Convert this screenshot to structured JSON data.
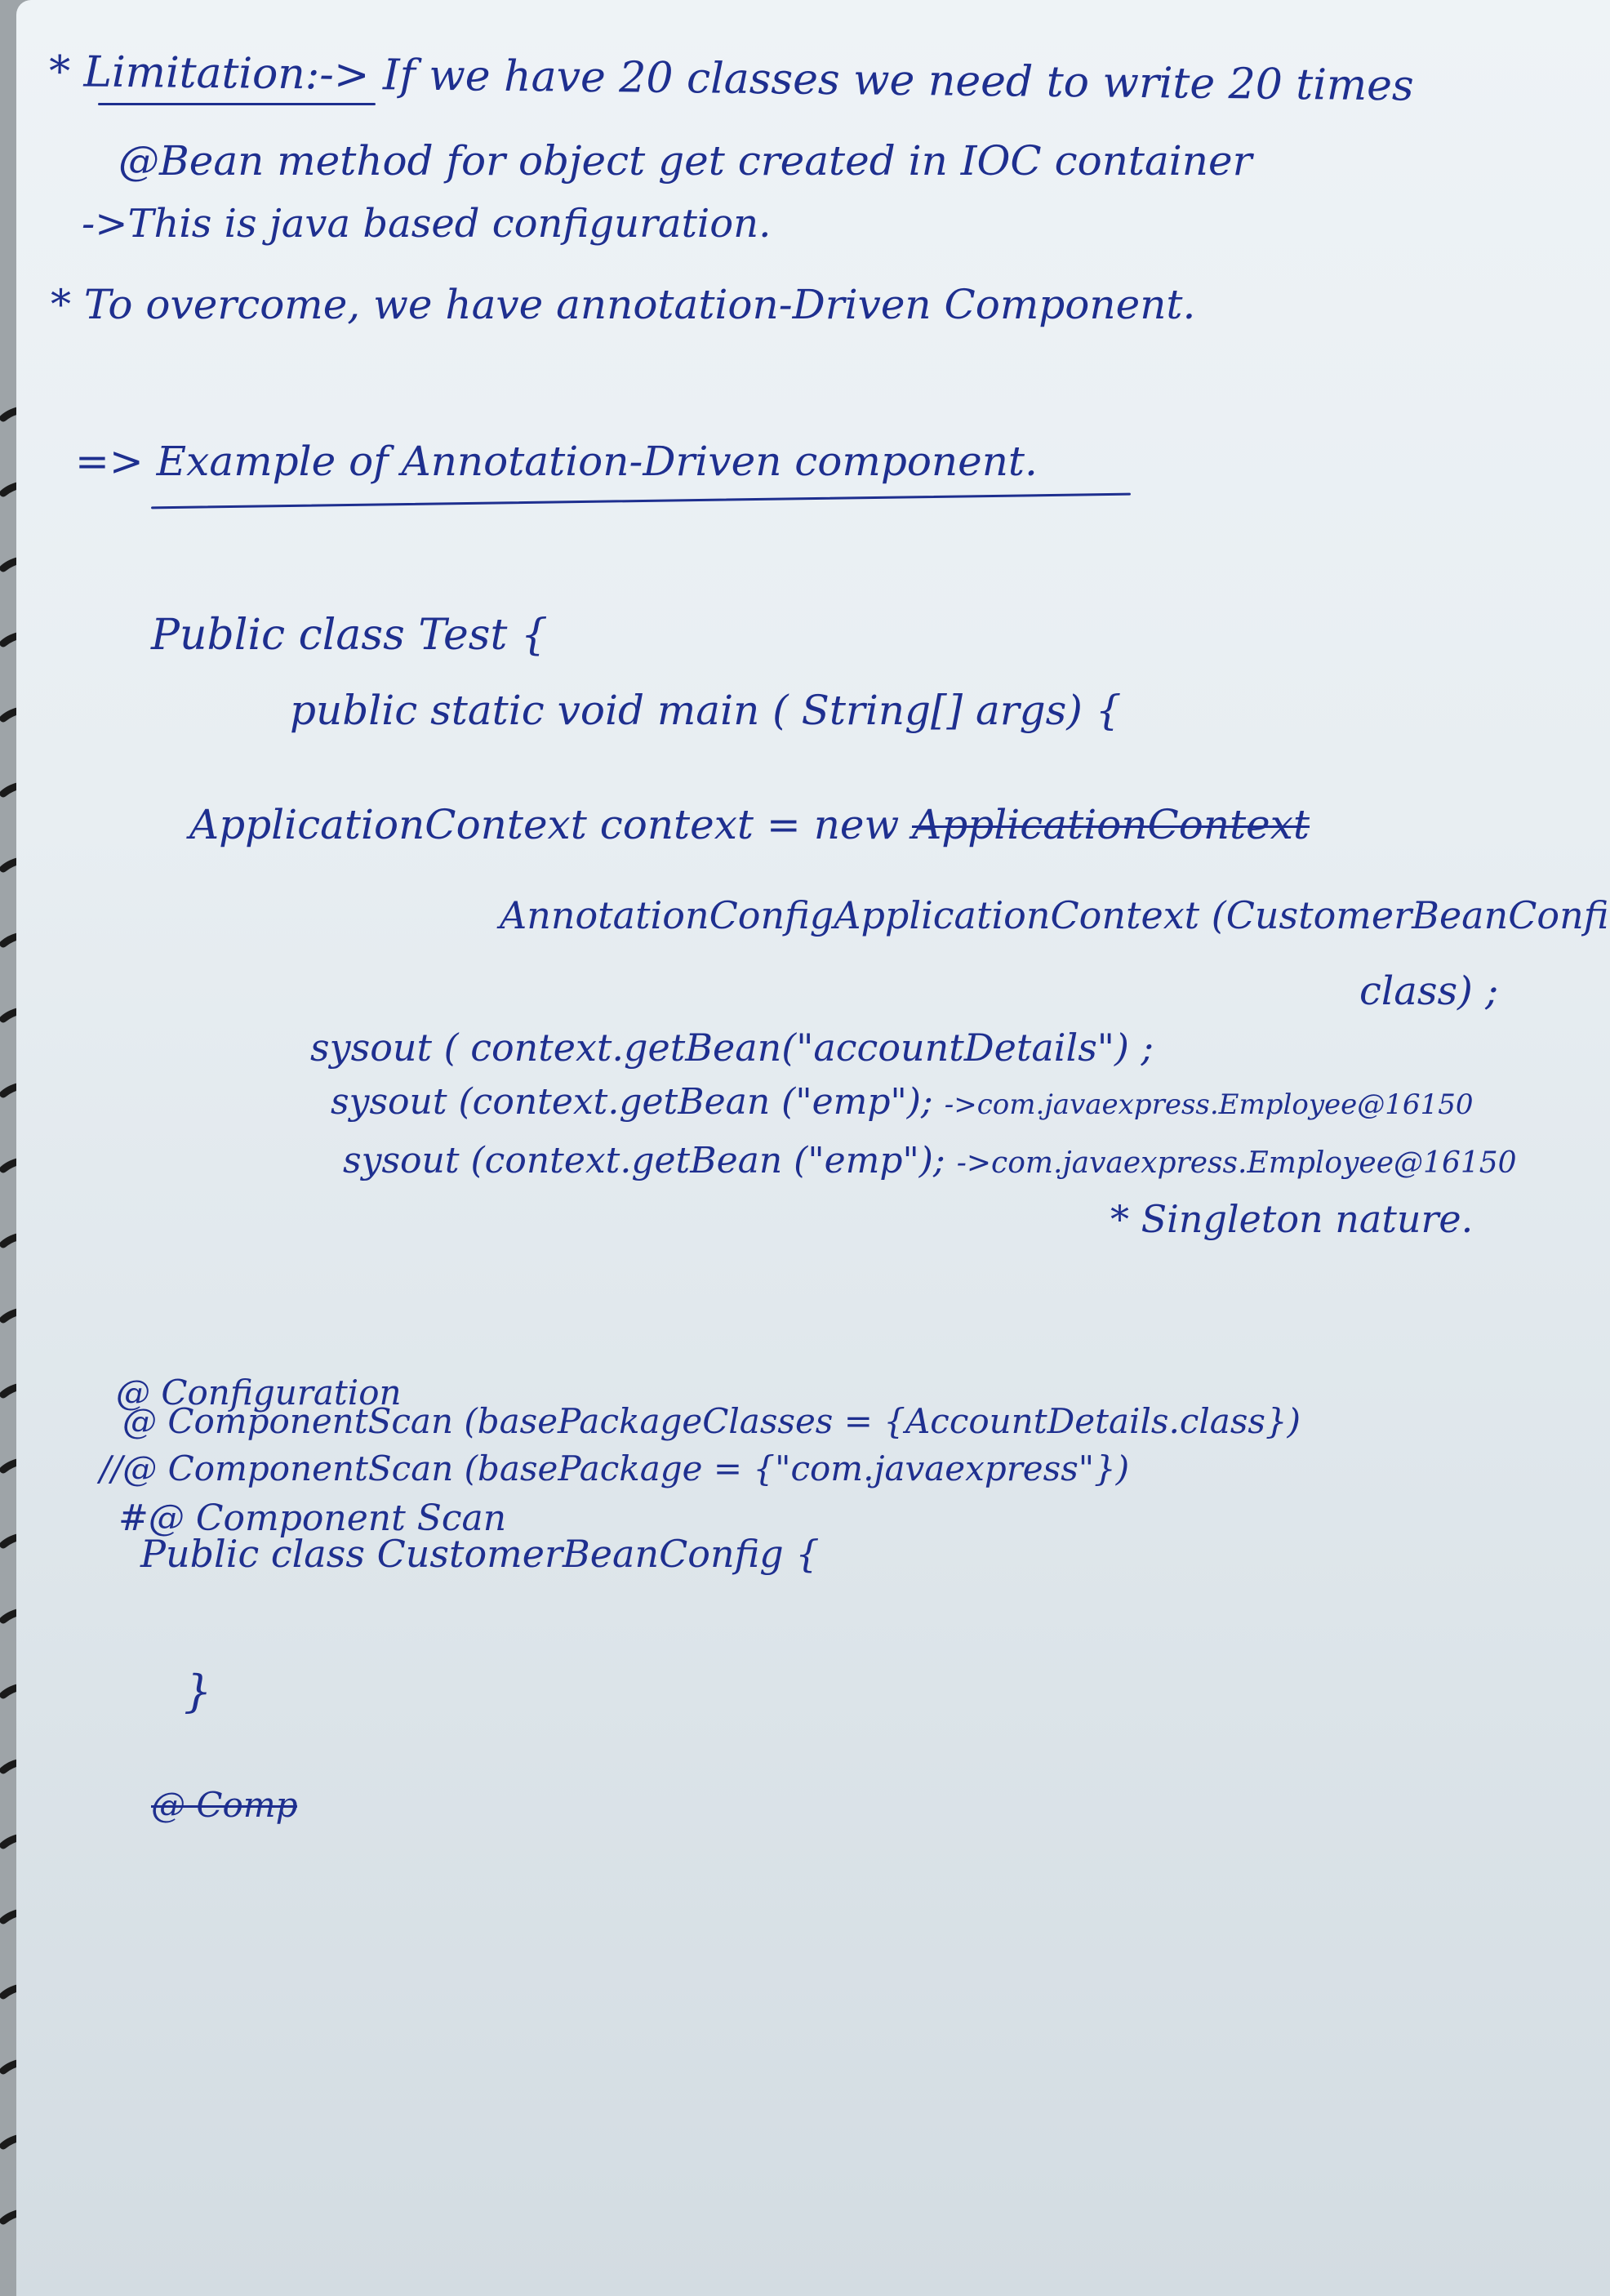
{
  "notes": {
    "l1": "* Limitation:-> If we have 20 classes we need to write 20 times",
    "l2": "@Bean method for object get created in IOC container",
    "l3": "->This is java based configuration.",
    "l4": "* To overcome, we have annotation-Driven Component.",
    "l5": "=> Example of Annotation-Driven component.",
    "l6": "Public class Test {",
    "l7": "public static void main ( String[] args) {",
    "l8_a": "ApplicationContext context = new ",
    "l8_b": "ApplicationContext",
    "l9": "AnnotationConfigApplicationContext (CustomerBeanConfig.",
    "l10": "class) ;",
    "l11": "sysout ( context.getBean(\"accountDetails\") ;",
    "l12_a": "sysout (context.getBean (\"emp\"); ",
    "l12_b": "->com.javaexpress.Employee@16150",
    "l13_a": "sysout (context.getBean (\"emp\"); ",
    "l13_b": "->com.javaexpress.Employee@16150",
    "l14": "* Singleton nature.",
    "l15": "@ Configuration",
    "l16": "@ ComponentScan (basePackageClasses = {AccountDetails.class})",
    "l17": "//@ ComponentScan (basePackage = {\"com.javaexpress\"})",
    "l18": "#@ Component Scan",
    "l19": "Public class CustomerBeanConfig {",
    "l20": "}",
    "l21": "@ Comp"
  }
}
